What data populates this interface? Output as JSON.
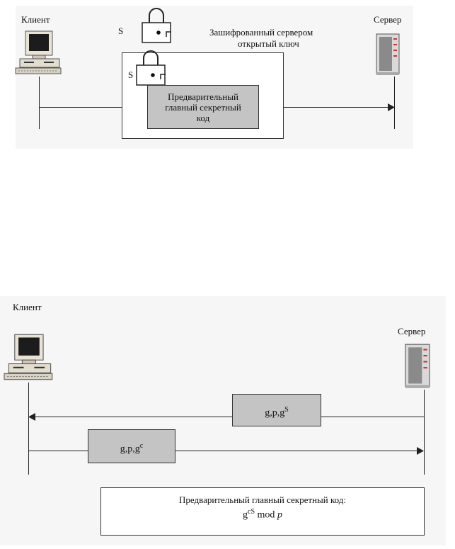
{
  "diagram_top": {
    "client_label": "Клиент",
    "server_label": "Сервер",
    "s_label_1": "S",
    "s_label_2": "S",
    "encrypted_label_line1": "Зашифрованный сервером",
    "encrypted_label_line2": "открытый ключ",
    "premaster_line1": "Предварительный",
    "premaster_line2": "главный секретный",
    "premaster_line3": "код"
  },
  "diagram_bottom": {
    "client_label": "Клиент",
    "server_label": "Сервер",
    "msg_server_base": "g,p,g",
    "msg_server_exp": "S",
    "msg_client_base": "g,p,g",
    "msg_client_exp": "c",
    "result_line1": "Предварительный главный секретный код:",
    "result_g": "g",
    "result_exp": "cS",
    "result_mod": " mod ",
    "result_p": "p"
  }
}
